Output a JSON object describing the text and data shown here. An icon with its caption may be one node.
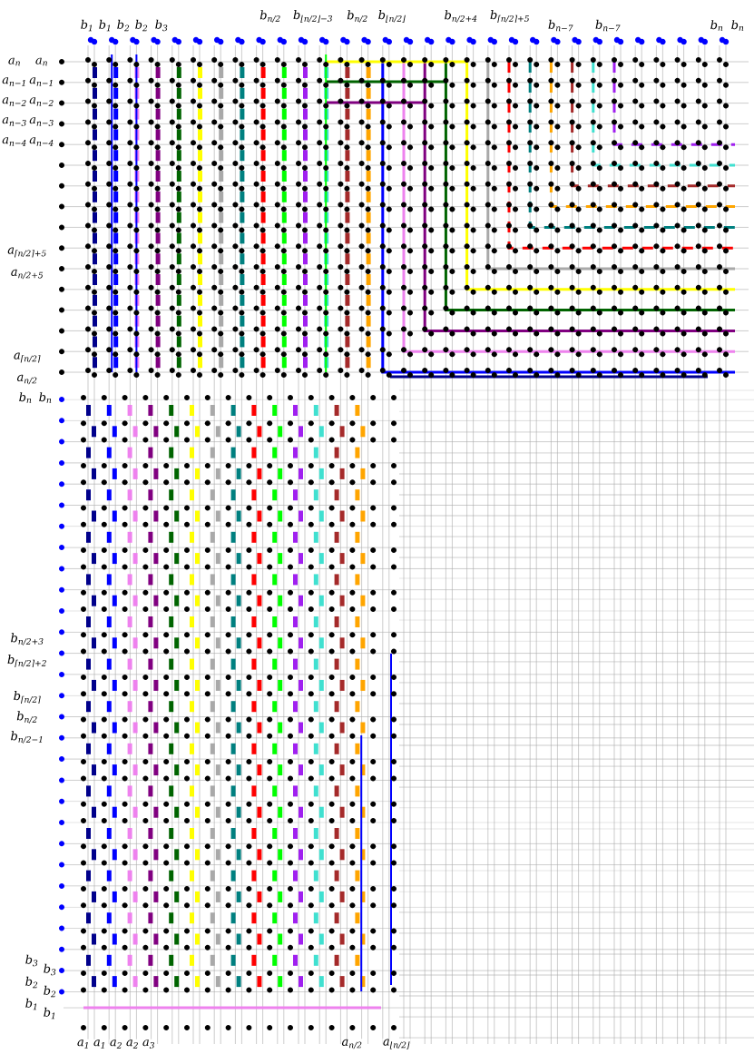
{
  "diagram": {
    "labels": [
      "b$_{1}$",
      "b$_{1}$",
      "b$_{2}$",
      "b$_{2}$",
      "b$_{3}$",
      "b$_{n/2}$",
      "b$_{⌊n/2⌋−3}$",
      "b$_{n/2}$",
      "b$_{⌊n/2⌋}$",
      "b$_{n/2+4}$",
      "b$_{⌈n/2⌉+5}$",
      "b$_{n−7}$",
      "b$_{n−7}$",
      "b$_{n}$",
      "b$_{n}$",
      "a$_{n}$",
      "a$_{n}$",
      "a$_{n−1}$",
      "a$_{n−1}$",
      "a$_{n−2}$",
      "a$_{n−2}$",
      "a$_{n−3}$",
      "a$_{n−3}$",
      "a$_{n−4}$",
      "a$_{n−4}$",
      "a$_{⌈n/2⌉+5}$",
      "a$_{n/2+5}$",
      "a$_{⌈n/2⌉}$",
      "a$_{n/2}$",
      "b$_{n}$",
      "b$_{n}$",
      "b$_{n/2+3}$",
      "b$_{⌈n/2⌉+2}$",
      "b$_{⌈n/2⌉}$",
      "b$_{n/2}$",
      "b$_{n/2−1}$",
      "b$_{3}$",
      "b$_{3}$",
      "b$_{2}$",
      "b$_{2}$",
      "b$_{1}$",
      "b$_{1}$",
      "a$_{1}$",
      "a$_{1}$",
      "a$_{2}$",
      "a$_{2}$",
      "a$_{3}$",
      "a$_{n/2}$",
      "a$_{⌊n/2⌋}$"
    ]
  }
}
